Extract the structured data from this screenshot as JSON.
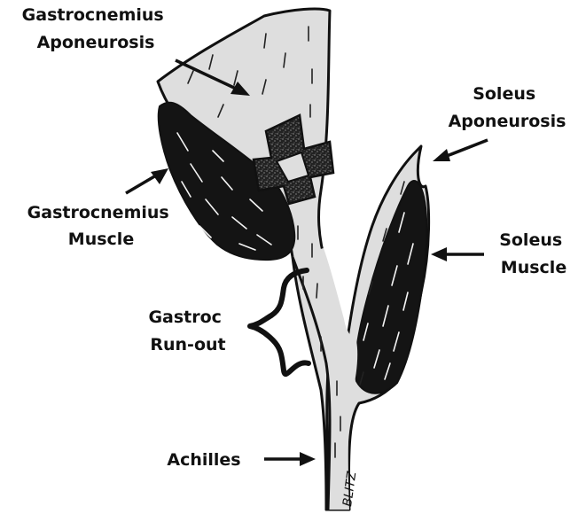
{
  "labels": {
    "gastrocnemius_aponeurosis": [
      "Gastrocnemius",
      "Aponeurosis"
    ],
    "soleus_aponeurosis": [
      "Soleus",
      "Aponeurosis"
    ],
    "gastrocnemius_muscle": [
      "Gastrocnemius",
      "Muscle"
    ],
    "soleus_muscle": [
      "Soleus",
      "Muscle"
    ],
    "gastroc_runout": [
      "Gastroc",
      "Run-out"
    ],
    "achilles": "Achilles"
  },
  "signature": "BLITZ",
  "colors": {
    "aponeurosis": "#dedede",
    "muscle": "#141414",
    "outline": "#111111",
    "background": "#ffffff"
  }
}
